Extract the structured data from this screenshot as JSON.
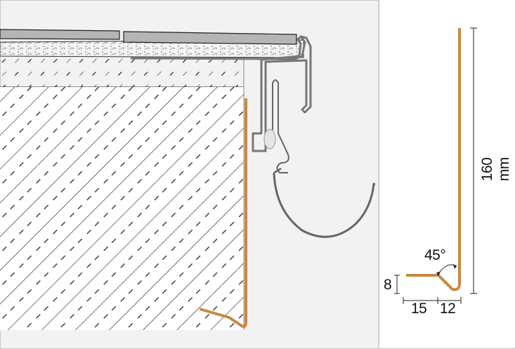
{
  "colors": {
    "profile": "#c8893f",
    "metal": "#8a8a8a",
    "tile": "#b5b5b5",
    "background": "#f2f2f2"
  },
  "dimensions": {
    "height": "160 mm",
    "angle": "45°",
    "flange_height": "8",
    "flange_width": "15",
    "slope_width": "12"
  }
}
